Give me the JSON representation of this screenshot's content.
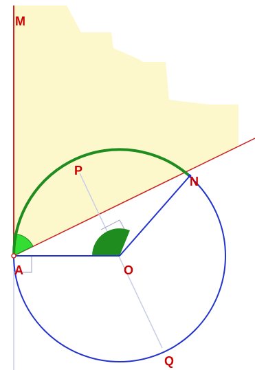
{
  "figure": {
    "points": [
      {
        "id": "M",
        "label": "M"
      },
      {
        "id": "P",
        "label": "P"
      },
      {
        "id": "N",
        "label": "N"
      },
      {
        "id": "A",
        "label": "A"
      },
      {
        "id": "O",
        "label": "O"
      },
      {
        "id": "Q",
        "label": "Q"
      }
    ],
    "colors": {
      "point_label": "#cc0000",
      "ray": "#cc2222",
      "circle": "#2233cc",
      "arc": "#1e8c1e",
      "sector_fill": "#fdf8cc",
      "angle_a_fill": "#33dd33",
      "angle_o_fill": "#1e8c1e",
      "construction_line": "#c8cde8",
      "right_angle_mark": "#a9adc9"
    }
  }
}
